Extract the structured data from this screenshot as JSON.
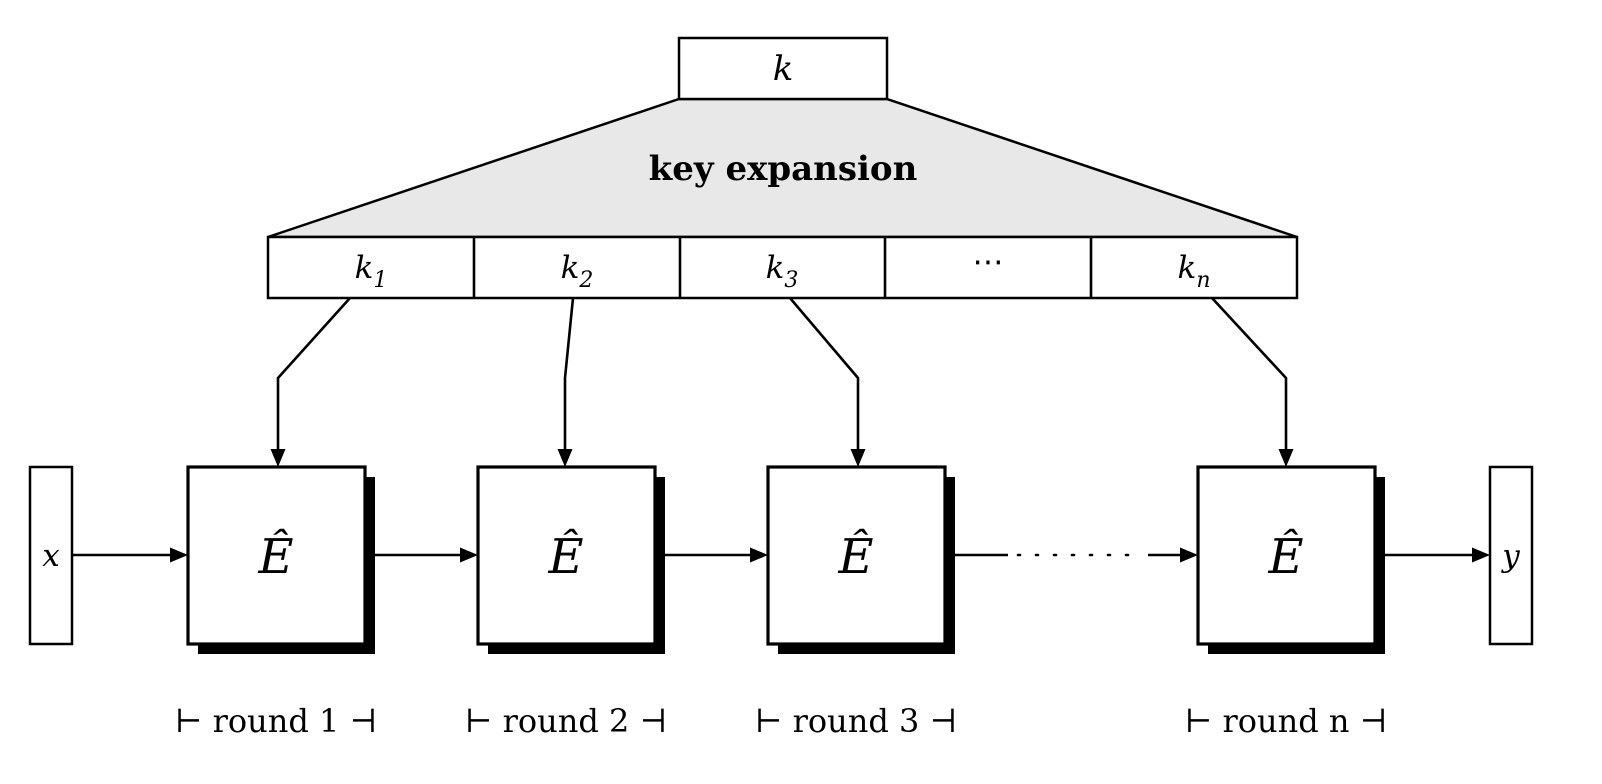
{
  "diagram": {
    "key": {
      "label": "k"
    },
    "key_expansion": {
      "label": "key expansion"
    },
    "subkeys": [
      {
        "base": "k",
        "sub": "1"
      },
      {
        "base": "k",
        "sub": "2"
      },
      {
        "base": "k",
        "sub": "3"
      },
      {
        "base": "⋯",
        "sub": ""
      },
      {
        "base": "k",
        "sub": "n"
      }
    ],
    "rounds": [
      {
        "function": "Ê",
        "bracket": "⊢ round 1 ⊣"
      },
      {
        "function": "Ê",
        "bracket": "⊢ round 2 ⊣"
      },
      {
        "function": "Ê",
        "bracket": "⊢ round 3 ⊣"
      },
      {
        "function": "Ê",
        "bracket": "⊢ round n ⊣"
      }
    ],
    "input": {
      "label": "x"
    },
    "output": {
      "label": "y"
    },
    "colors": {
      "stroke": "#000000",
      "background": "#ffffff",
      "trapezoid_fill": "#e8e8e8"
    }
  }
}
